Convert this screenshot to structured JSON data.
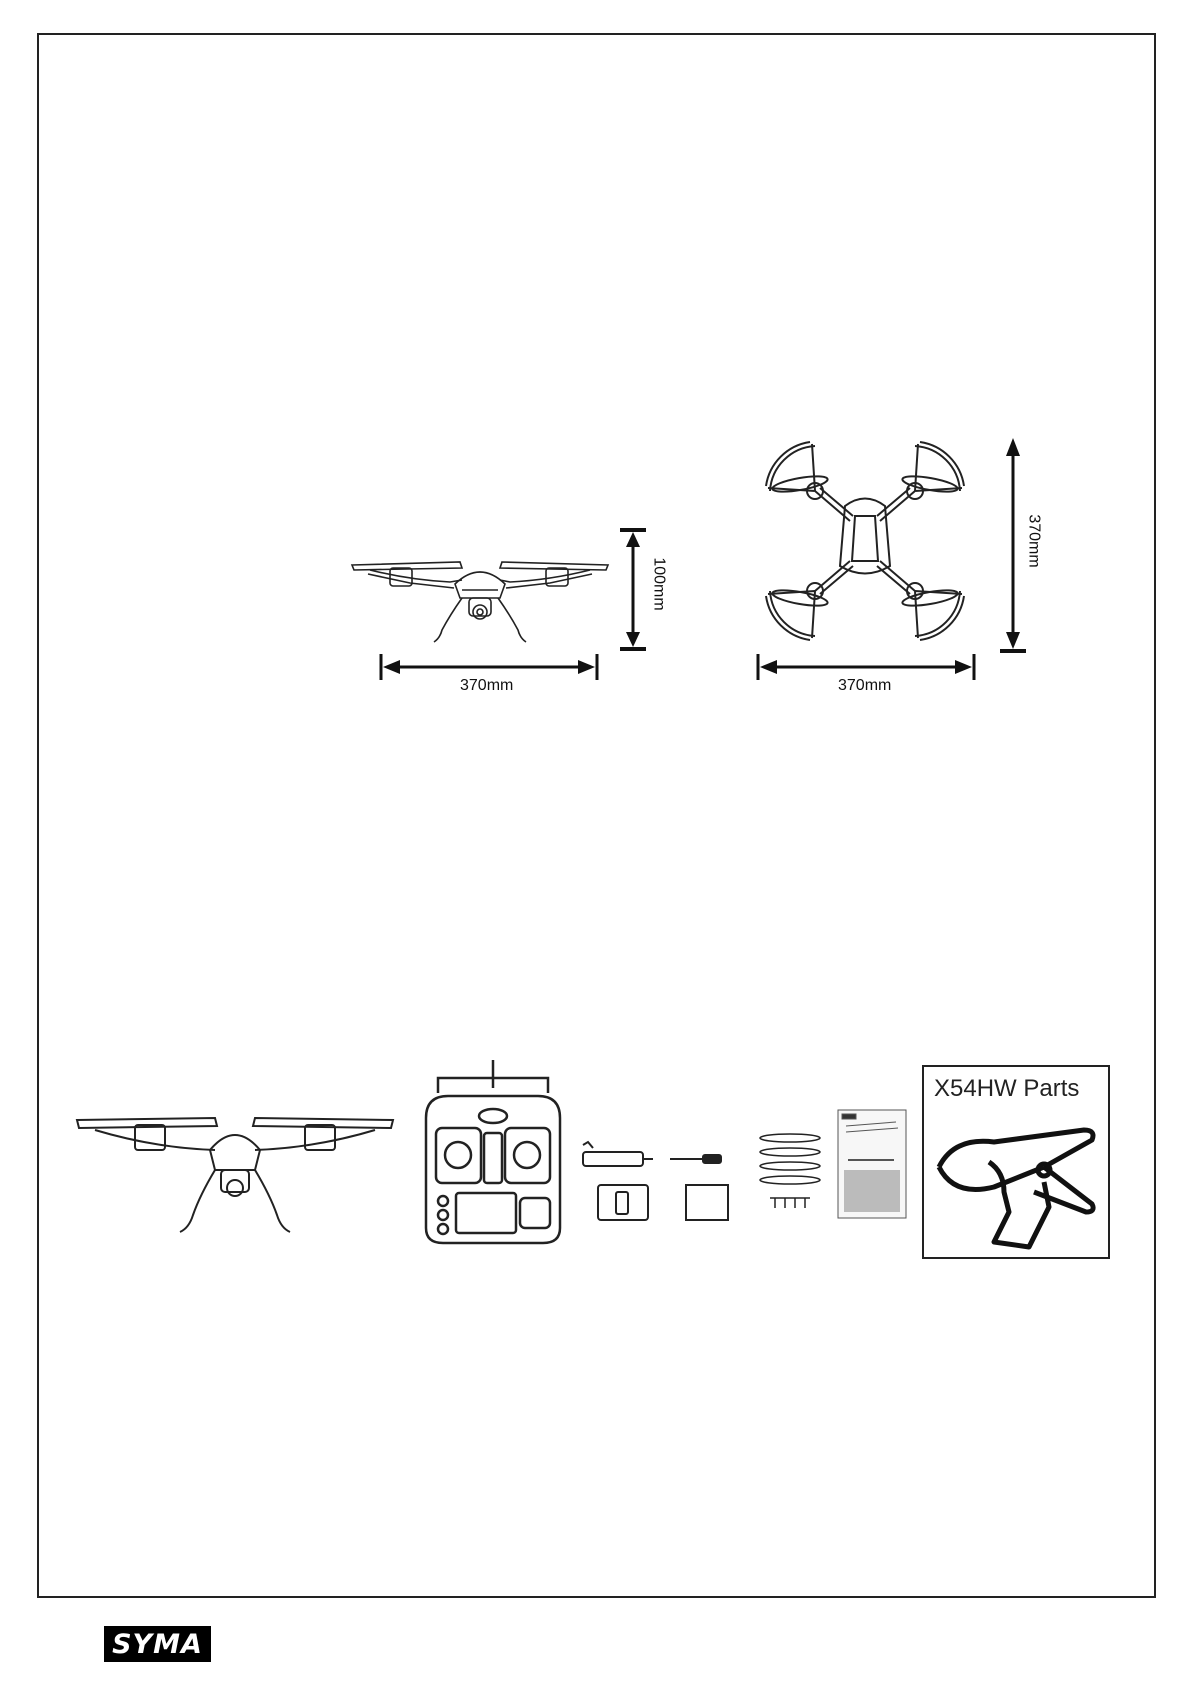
{
  "dimensions": {
    "side_view": {
      "height": "100mm",
      "width": "370mm"
    },
    "top_view": {
      "depth": "370mm",
      "width": "370mm"
    }
  },
  "parts": {
    "title": "X54HW Parts"
  },
  "logo": {
    "text": "SYMA"
  }
}
